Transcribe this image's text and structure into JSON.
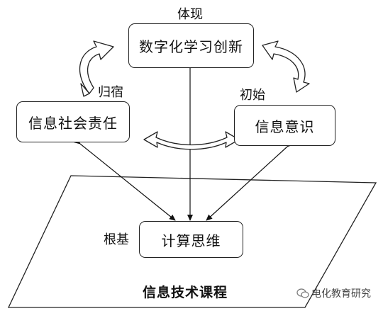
{
  "nodes": {
    "top": "数字化学习创新",
    "left": "信息社会责任",
    "right": "信息意识",
    "bottom": "计算思维"
  },
  "labels": {
    "top": "体现",
    "left": "归宿",
    "right": "初始",
    "bottom": "根基",
    "platform": "信息技术课程"
  },
  "watermark": "电化教育研究"
}
